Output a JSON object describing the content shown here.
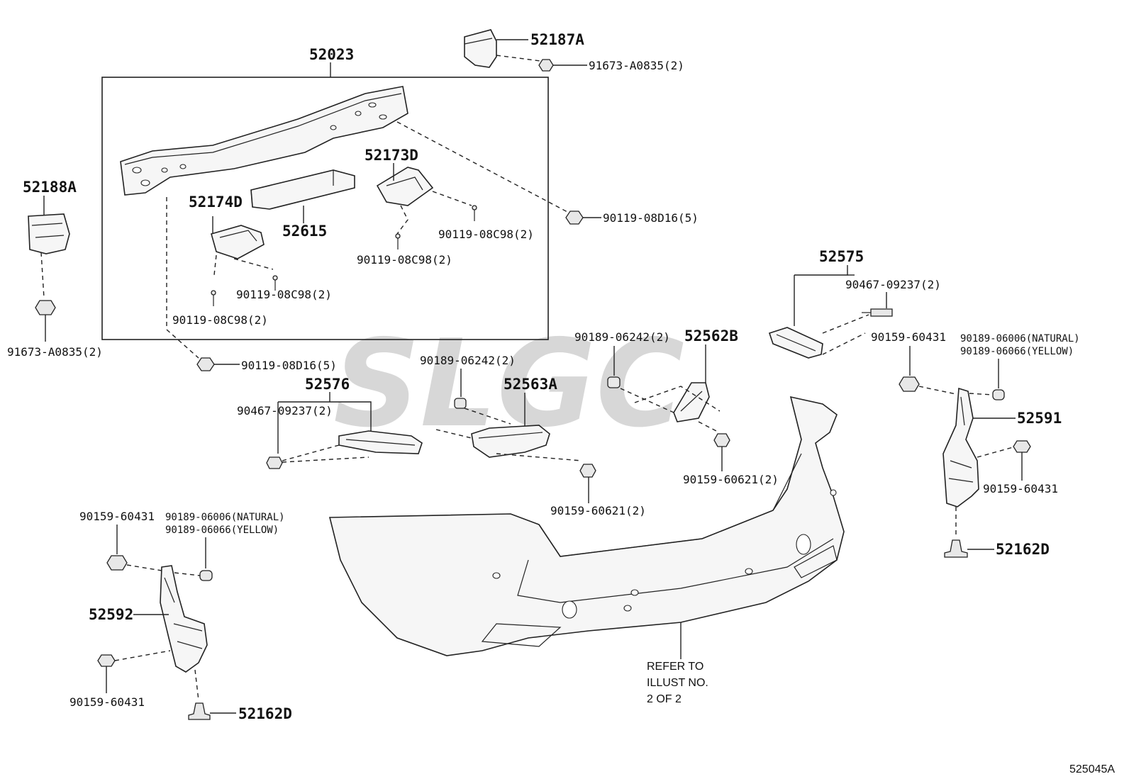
{
  "diagram_id": "525045A",
  "watermark": "SLGC",
  "reference_note": {
    "line1": "REFER TO",
    "line2": "ILLUST NO.",
    "line3": "2 OF 2"
  },
  "parts": {
    "reinforcement": "52023",
    "stay_top": "52187A",
    "stay_top_bolt": "91673-A0835(2)",
    "stay_left": "52188A",
    "stay_left_bolt": "91673-A0835(2)",
    "reinf_bolt_right": "90119-08D16(5)",
    "reinf_bolt_left": "90119-08D16(5)",
    "absorber": "52615",
    "bracket_center_r": "52173D",
    "bracket_center_l": "52174D",
    "screw_r1": "90119-08C98(2)",
    "screw_r2": "90119-08C98(2)",
    "screw_l1": "90119-08C98(2)",
    "screw_l2": "90119-08C98(2)",
    "retainer_rh": "52575",
    "retainer_rh_screw": "90467-09237(2)",
    "retainer_lh": "52576",
    "retainer_lh_screw": "90467-09237(2)",
    "support_rh": "52562B",
    "support_rh_nut": "90189-06242(2)",
    "support_rh_bolt": "90159-60621(2)",
    "support_lh": "52563A",
    "support_lh_nut": "90189-06242(2)",
    "support_lh_bolt": "90159-60621(2)",
    "side_rh": "52591",
    "side_rh_bolt_top": "90159-60431",
    "side_rh_nut_natural": "90189-06006(NATURAL)",
    "side_rh_nut_yellow": "90189-06066(YELLOW)",
    "side_rh_bolt_mid": "90159-60431",
    "side_rh_clip": "52162D",
    "side_lh": "52592",
    "side_lh_bolt_top": "90159-60431",
    "side_lh_nut_natural": "90189-06006(NATURAL)",
    "side_lh_nut_yellow": "90189-06066(YELLOW)",
    "side_lh_bolt_low": "90159-60431",
    "side_lh_clip": "52162D"
  }
}
